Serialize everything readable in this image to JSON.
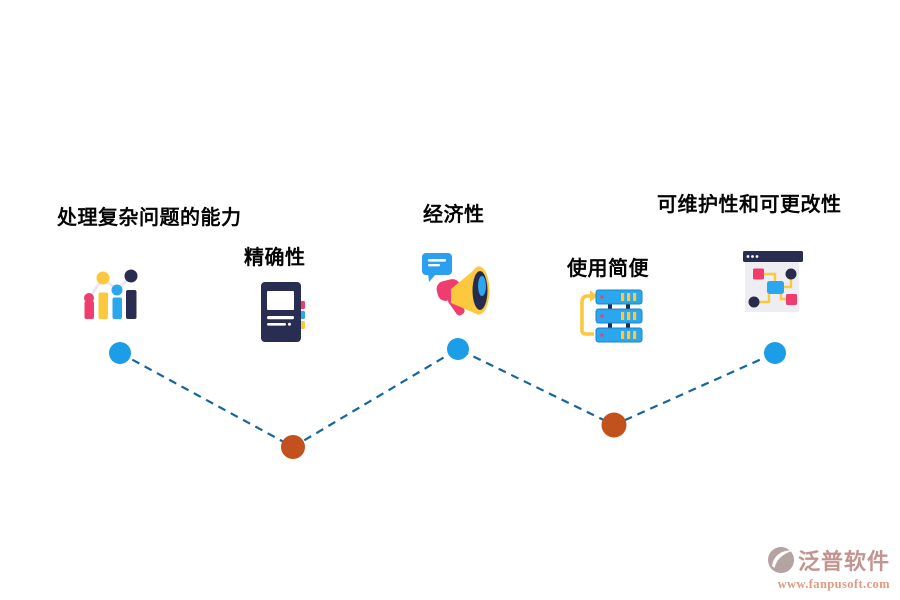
{
  "nodes": [
    {
      "label": "处理复杂问题的能力",
      "icon": "bar-chart-icon",
      "dot_color": "#1b9de8"
    },
    {
      "label": "精确性",
      "icon": "notebook-icon",
      "dot_color": "#c2511d"
    },
    {
      "label": "经济性",
      "icon": "megaphone-icon",
      "dot_color": "#1b9de8"
    },
    {
      "label": "使用简便",
      "icon": "server-stack-icon",
      "dot_color": "#c2511d"
    },
    {
      "label": "可维护性和可更改性",
      "icon": "browser-flowchart-icon",
      "dot_color": "#1b9de8"
    }
  ],
  "connector": {
    "style": "dashed",
    "color": "#15669f"
  },
  "palette": {
    "pink": "#ee3d6e",
    "yellow": "#fcc83d",
    "blue": "#2aa7ee",
    "navy": "#2a2d52",
    "dot_blue": "#1b9de8",
    "dot_orange": "#c2511d",
    "line_gray": "#e9e9f0",
    "body_gray": "#ededf2"
  },
  "watermark": {
    "brand": "泛普软件",
    "url": "www.fanpusoft.com"
  }
}
